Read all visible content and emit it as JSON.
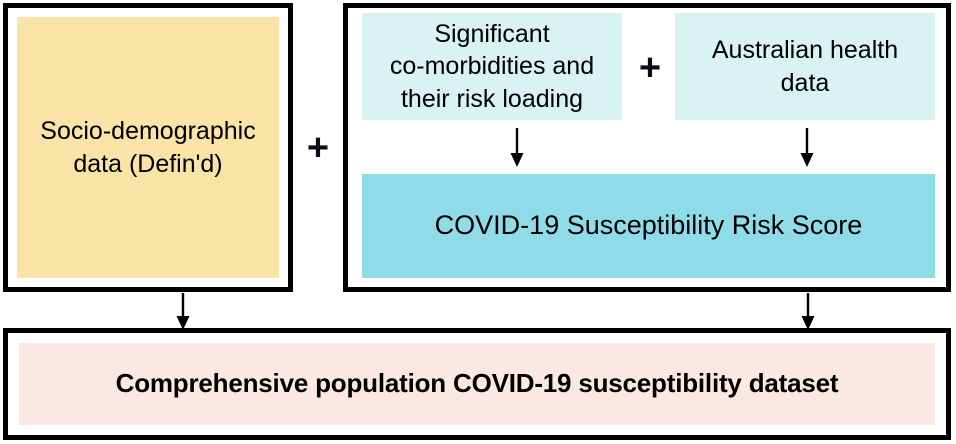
{
  "diagram": {
    "title_visible": false,
    "blocks": {
      "socio": {
        "label": "Socio-demographic\ndata (Defin'd)",
        "color": "#fae3a6"
      },
      "comorbidities": {
        "label": "Significant\nco-morbidities and\ntheir risk loading",
        "color": "#d9f2f2"
      },
      "australian_health": {
        "label": "Australian health\ndata",
        "color": "#d9f2f2"
      },
      "risk_score": {
        "label": "COVID-19 Susceptibility Risk Score",
        "color": "#8fdce8"
      },
      "dataset": {
        "label": "Comprehensive population COVID-19 susceptibility dataset",
        "color": "#fbe8e2"
      }
    },
    "operators": {
      "plus_outer": "+",
      "plus_inner": "+"
    },
    "connectors": [
      {
        "name": "comorbidities-to-score",
        "glyph": "down-arrow"
      },
      {
        "name": "australian-health-to-score",
        "glyph": "down-arrow"
      },
      {
        "name": "socio-to-dataset",
        "glyph": "down-arrow"
      },
      {
        "name": "score-to-dataset",
        "glyph": "down-arrow"
      }
    ],
    "palette": {
      "border": "#000000",
      "yellow": "#fae3a6",
      "light_blue": "#d9f2f2",
      "cyan": "#8fdce8",
      "pink": "#fbe8e2",
      "text": "#000000",
      "background": "#ffffff"
    }
  }
}
